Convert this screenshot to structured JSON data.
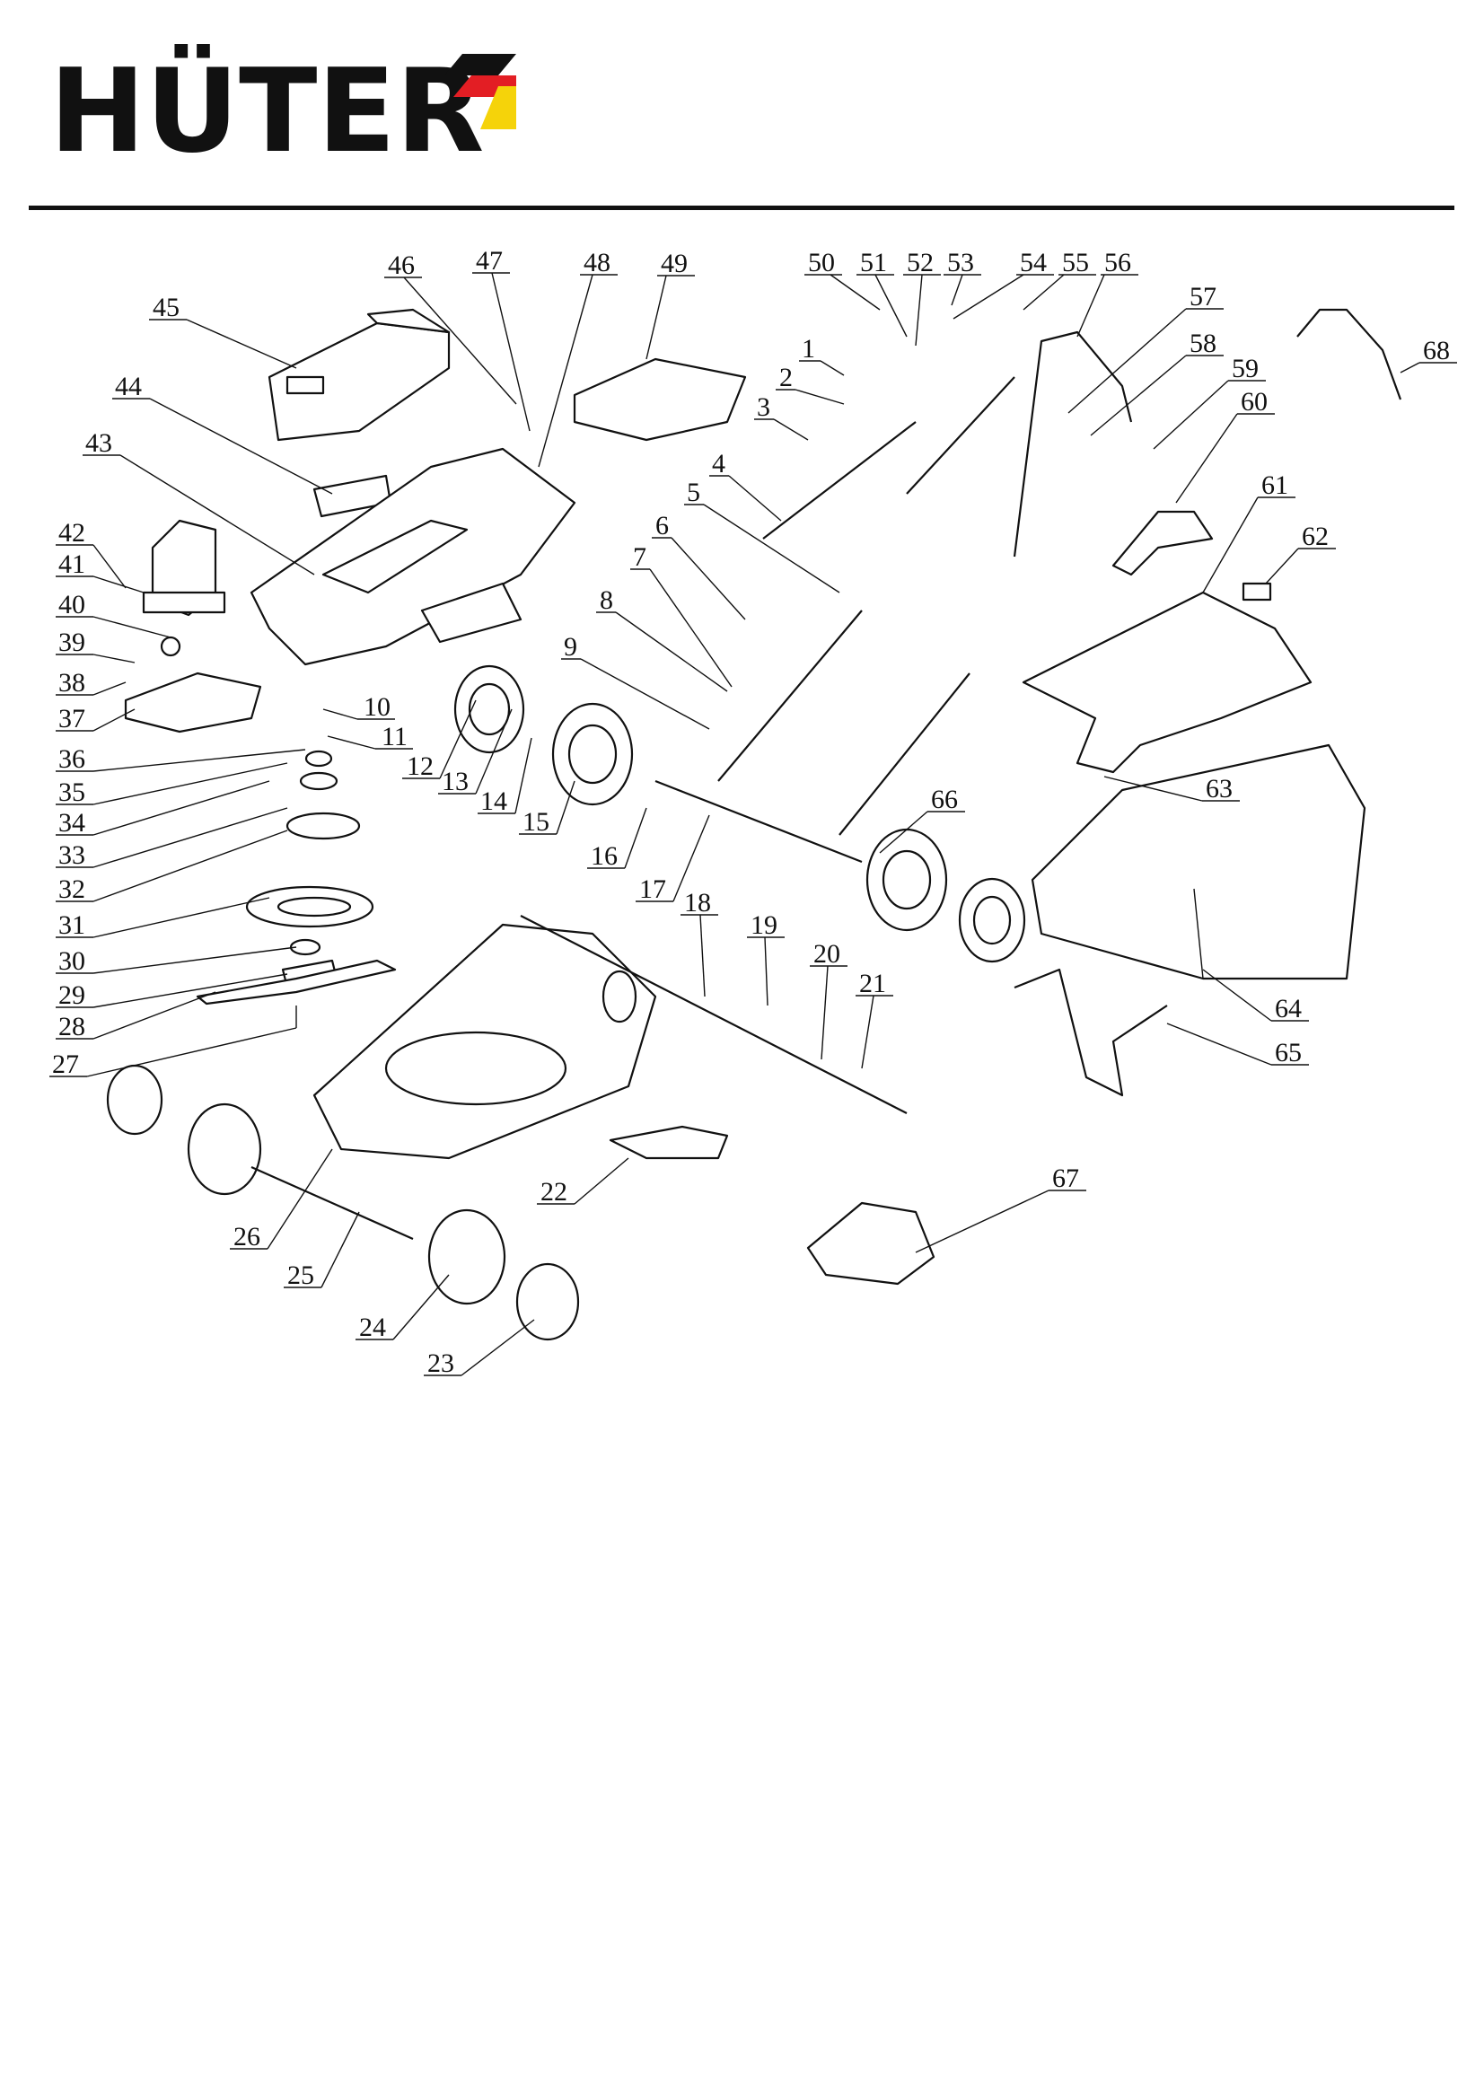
{
  "brand": {
    "logo_text": "HÜTER",
    "logo_colors": [
      "#1a1a1a",
      "#e31e24",
      "#f5d30a"
    ]
  },
  "callouts": [
    "1",
    "2",
    "3",
    "4",
    "5",
    "6",
    "7",
    "8",
    "9",
    "10",
    "11",
    "12",
    "13",
    "14",
    "15",
    "16",
    "17",
    "18",
    "19",
    "20",
    "21",
    "22",
    "23",
    "24",
    "25",
    "26",
    "27",
    "28",
    "29",
    "30",
    "31",
    "32",
    "33",
    "34",
    "35",
    "36",
    "37",
    "38",
    "39",
    "40",
    "41",
    "42",
    "43",
    "44",
    "45",
    "46",
    "47",
    "48",
    "49",
    "50",
    "51",
    "52",
    "53",
    "54",
    "55",
    "56",
    "57",
    "58",
    "59",
    "60",
    "61",
    "62",
    "63",
    "64",
    "65",
    "66",
    "67",
    "68"
  ]
}
